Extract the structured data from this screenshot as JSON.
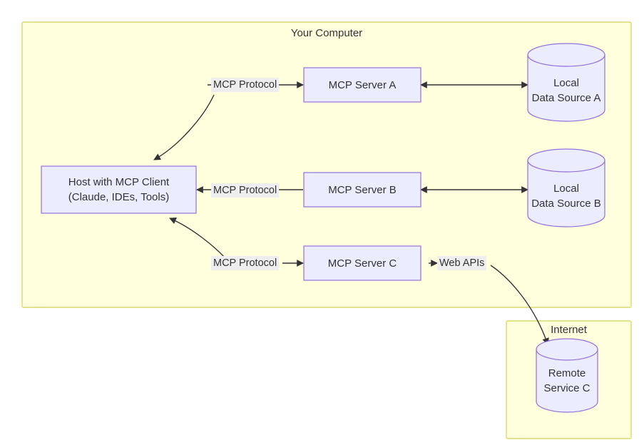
{
  "diagram": {
    "type": "architecture-flowchart",
    "clusters": [
      {
        "id": "your-computer",
        "title": "Your Computer"
      },
      {
        "id": "internet",
        "title": "Internet"
      }
    ],
    "nodes": [
      {
        "id": "host",
        "line1": "Host with MCP Client",
        "line2": "(Claude, IDEs, Tools)",
        "shape": "rect"
      },
      {
        "id": "server-a",
        "line1": "MCP Server A",
        "line2": "",
        "shape": "rect"
      },
      {
        "id": "server-b",
        "line1": "MCP Server B",
        "line2": "",
        "shape": "rect"
      },
      {
        "id": "server-c",
        "line1": "MCP Server C",
        "line2": "",
        "shape": "rect"
      },
      {
        "id": "data-a",
        "line1": "Local",
        "line2": "Data Source A",
        "shape": "cylinder"
      },
      {
        "id": "data-b",
        "line1": "Local",
        "line2": "Data Source B",
        "shape": "cylinder"
      },
      {
        "id": "remote-c",
        "line1": "Remote",
        "line2": "Service C",
        "shape": "cylinder"
      }
    ],
    "edges": [
      {
        "id": "host-server-a",
        "label": "MCP Protocol",
        "from": "host",
        "to": "server-a",
        "direction": "both-ends"
      },
      {
        "id": "host-server-b",
        "label": "MCP Protocol",
        "from": "host",
        "to": "server-b",
        "direction": "both-ends"
      },
      {
        "id": "host-server-c",
        "label": "MCP Protocol",
        "from": "host",
        "to": "server-c",
        "direction": "both-ends"
      },
      {
        "id": "server-a-data-a",
        "label": "",
        "from": "server-a",
        "to": "data-a",
        "direction": "bidirectional"
      },
      {
        "id": "server-b-data-b",
        "label": "",
        "from": "server-b",
        "to": "data-b",
        "direction": "bidirectional"
      },
      {
        "id": "server-c-remote-c",
        "label": "Web APIs",
        "from": "server-c",
        "to": "remote-c",
        "direction": "forward"
      }
    ],
    "colors": {
      "cluster_fill": "#ffffde",
      "cluster_stroke": "#d9d96c",
      "node_fill": "#ececff",
      "node_stroke": "#9370db",
      "edge_stroke": "#333333",
      "text": "#333333",
      "edge_label_bg": "#eeeeee"
    }
  }
}
